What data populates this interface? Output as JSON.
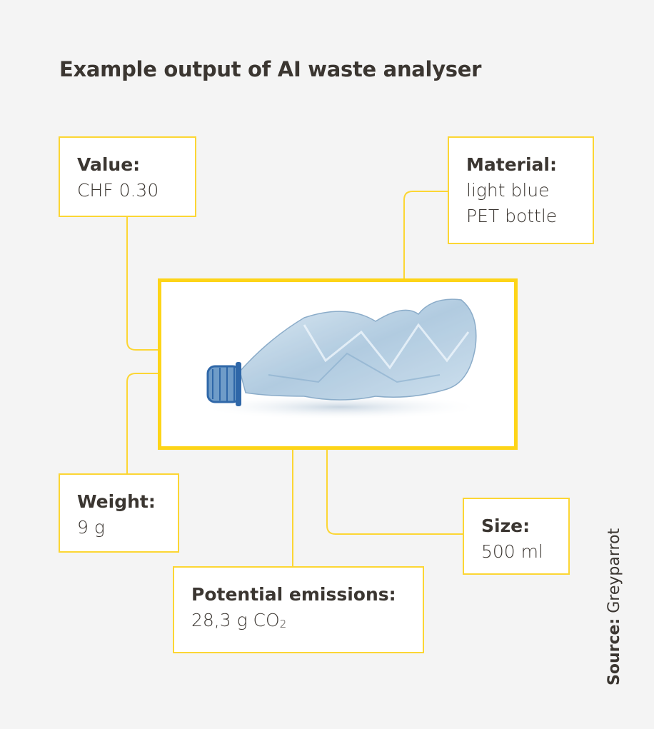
{
  "title": "Example output of AI waste analyser",
  "value": {
    "label": "Value:",
    "text": "CHF 0.30"
  },
  "material": {
    "label": "Material:",
    "line1": "light blue",
    "line2": "PET bottle"
  },
  "weight": {
    "label": "Weight:",
    "text": "9 g"
  },
  "size": {
    "label": "Size:",
    "text": "500 ml"
  },
  "emissions": {
    "label": "Potential emissions:",
    "text": "28,3 g CO",
    "subscript": "2"
  },
  "source": {
    "label": "Source:",
    "text": "Greyparrot"
  },
  "colors": {
    "accent": "#fdd418",
    "background": "#f4f4f4",
    "text": "#3b3631"
  }
}
